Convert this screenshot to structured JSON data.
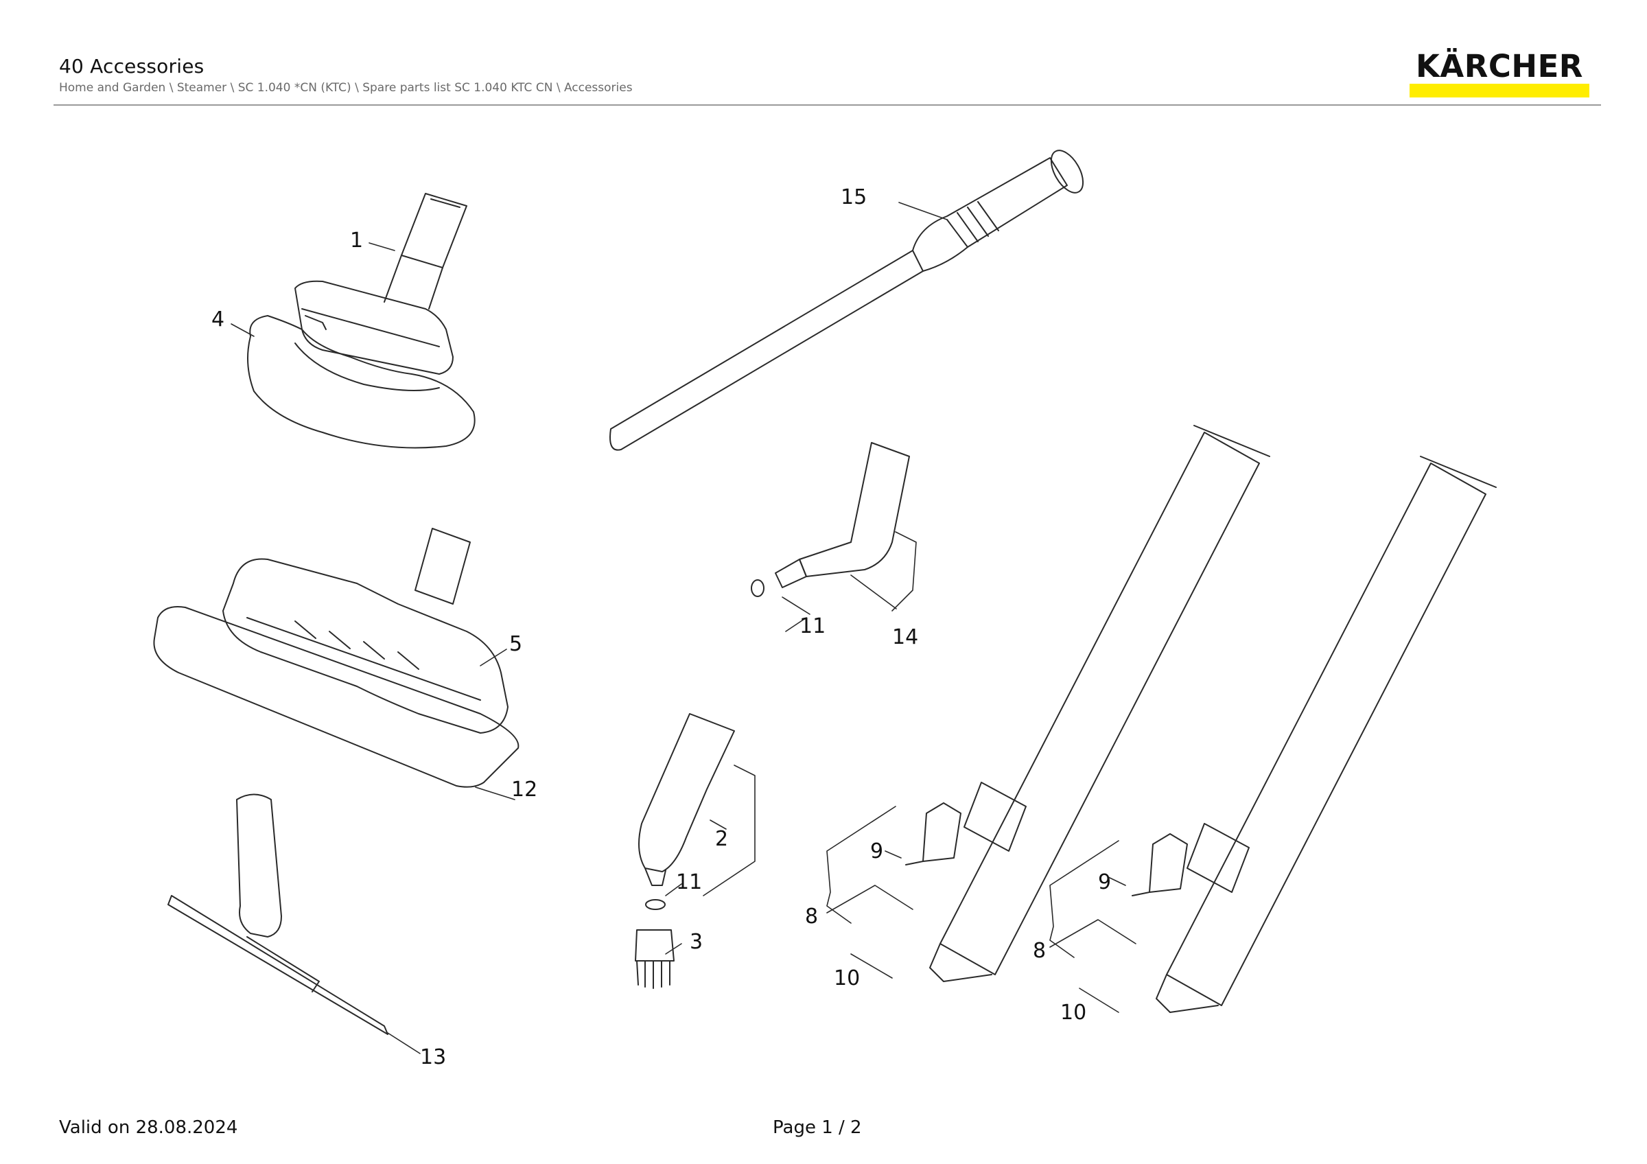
{
  "header": {
    "title": "40 Accessories",
    "breadcrumb": "Home and Garden \\ Steamer \\ SC 1.040 *CN (KTC) \\ Spare parts list SC 1.040 KTC CN \\ Accessories"
  },
  "brand": {
    "logo_text": "KÄRCHER",
    "accent_color": "#ffed00"
  },
  "callouts": {
    "c1": "1",
    "c2": "2",
    "c3": "3",
    "c4": "4",
    "c5": "5",
    "c8a": "8",
    "c8b": "8",
    "c9a": "9",
    "c9b": "9",
    "c10a": "10",
    "c10b": "10",
    "c11a": "11",
    "c11b": "11",
    "c12": "12",
    "c13": "13",
    "c14": "14",
    "c15": "15"
  },
  "footer": {
    "valid_on": "Valid on 28.08.2024",
    "page": "Page 1 / 2"
  }
}
